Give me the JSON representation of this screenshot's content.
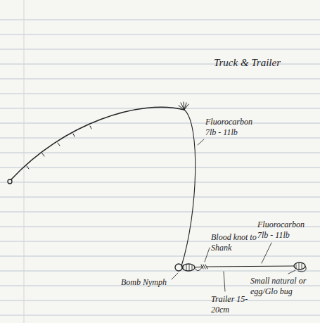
{
  "diagram": {
    "title": "Truck & Trailer",
    "labels": [
      "Fluorocarbon 7lb - 11lb",
      "Blood knot to Shank",
      "Fluorocarbon 7lb - 11lb",
      "Bomb Nymph",
      "Small natural or egg/Glo bug",
      "Trailer 15-20cm"
    ]
  }
}
